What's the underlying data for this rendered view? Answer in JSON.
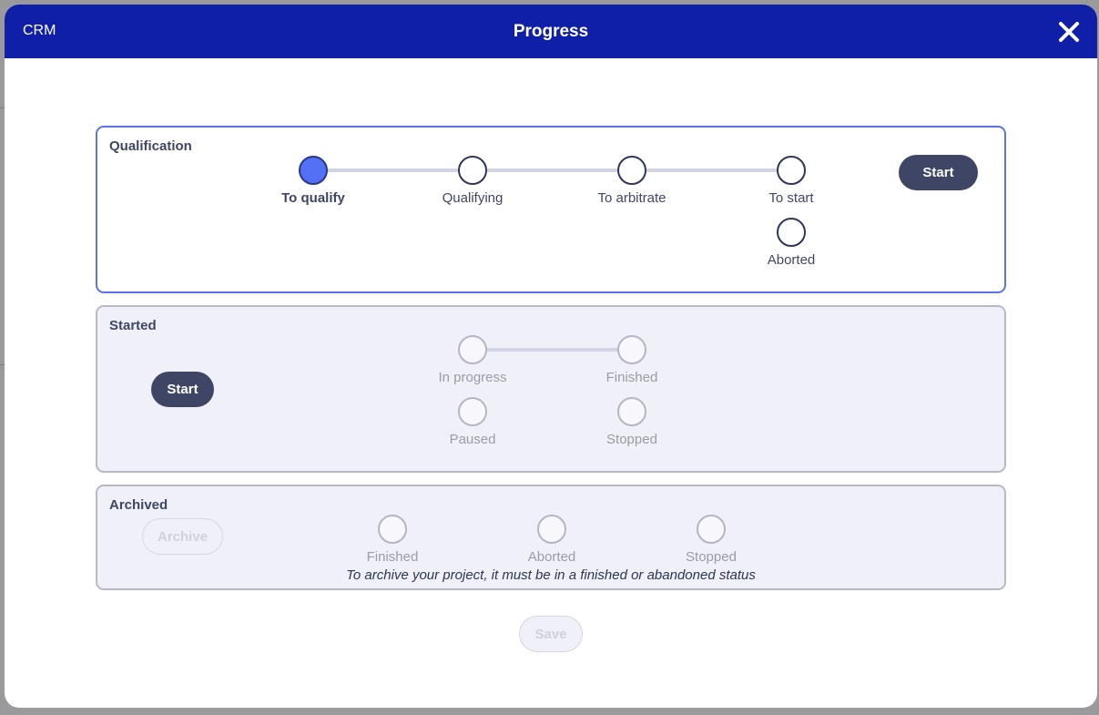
{
  "header": {
    "app_label": "CRM",
    "title": "Progress",
    "close_icon": "close-icon"
  },
  "qualification": {
    "title": "Qualification",
    "steps": [
      {
        "label": "To qualify",
        "state": "current"
      },
      {
        "label": "Qualifying",
        "state": "idle"
      },
      {
        "label": "To arbitrate",
        "state": "idle"
      },
      {
        "label": "To start",
        "state": "idle"
      },
      {
        "label": "Aborted",
        "state": "idle"
      }
    ],
    "action_label": "Start"
  },
  "started": {
    "title": "Started",
    "action_label": "Start",
    "steps": [
      {
        "label": "In progress",
        "state": "disabled"
      },
      {
        "label": "Finished",
        "state": "disabled"
      },
      {
        "label": "Paused",
        "state": "disabled"
      },
      {
        "label": "Stopped",
        "state": "disabled"
      }
    ]
  },
  "archived": {
    "title": "Archived",
    "action_label": "Archive",
    "steps": [
      {
        "label": "Finished",
        "state": "disabled"
      },
      {
        "label": "Aborted",
        "state": "disabled"
      },
      {
        "label": "Stopped",
        "state": "disabled"
      }
    ],
    "note": "To archive your project, it must be in a finished or abandoned status"
  },
  "footer": {
    "save_label": "Save"
  },
  "colors": {
    "header_bg": "#0f1fa8",
    "current_step": "#5470f5",
    "dark_button": "#3f4665",
    "active_border": "#5a74e8"
  }
}
